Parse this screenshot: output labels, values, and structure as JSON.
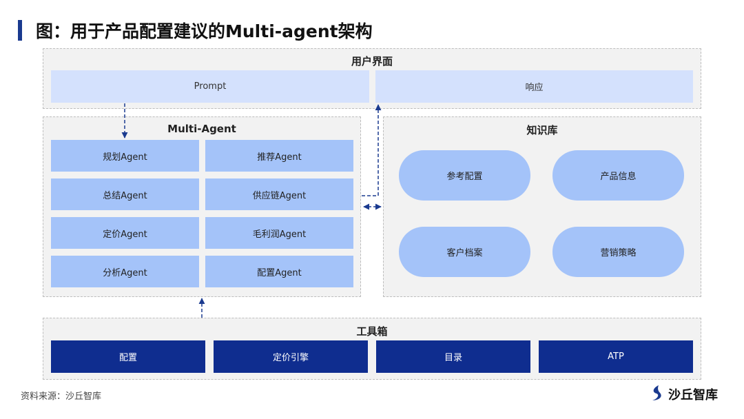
{
  "title": "图：用于产品配置建议的Multi-agent架构",
  "user_interface": {
    "title": "用户界面",
    "prompt": "Prompt",
    "response": "响应"
  },
  "multi_agent": {
    "title": "Multi-Agent",
    "agents": [
      "规划Agent",
      "推荐Agent",
      "总结Agent",
      "供应链Agent",
      "定价Agent",
      "毛利润Agent",
      "分析Agent",
      "配置Agent"
    ]
  },
  "knowledge_base": {
    "title": "知识库",
    "items": [
      "参考配置",
      "产品信息",
      "客户档案",
      "营销策略"
    ]
  },
  "toolbox": {
    "title": "工具箱",
    "tools": [
      "配置",
      "定价引擎",
      "目录",
      "ATP"
    ]
  },
  "source": "资料来源：沙丘智库",
  "logo_text": "沙丘智库",
  "colors": {
    "accent": "#1a3a8f",
    "panel_bg": "#f2f2f2",
    "ui_box": "#d4e1fd",
    "agent_box": "#a4c3f9",
    "tool_box": "#0f2d8f",
    "arrow": "#1a3a8f"
  },
  "icons": {
    "logo": "dune-logo-icon"
  }
}
